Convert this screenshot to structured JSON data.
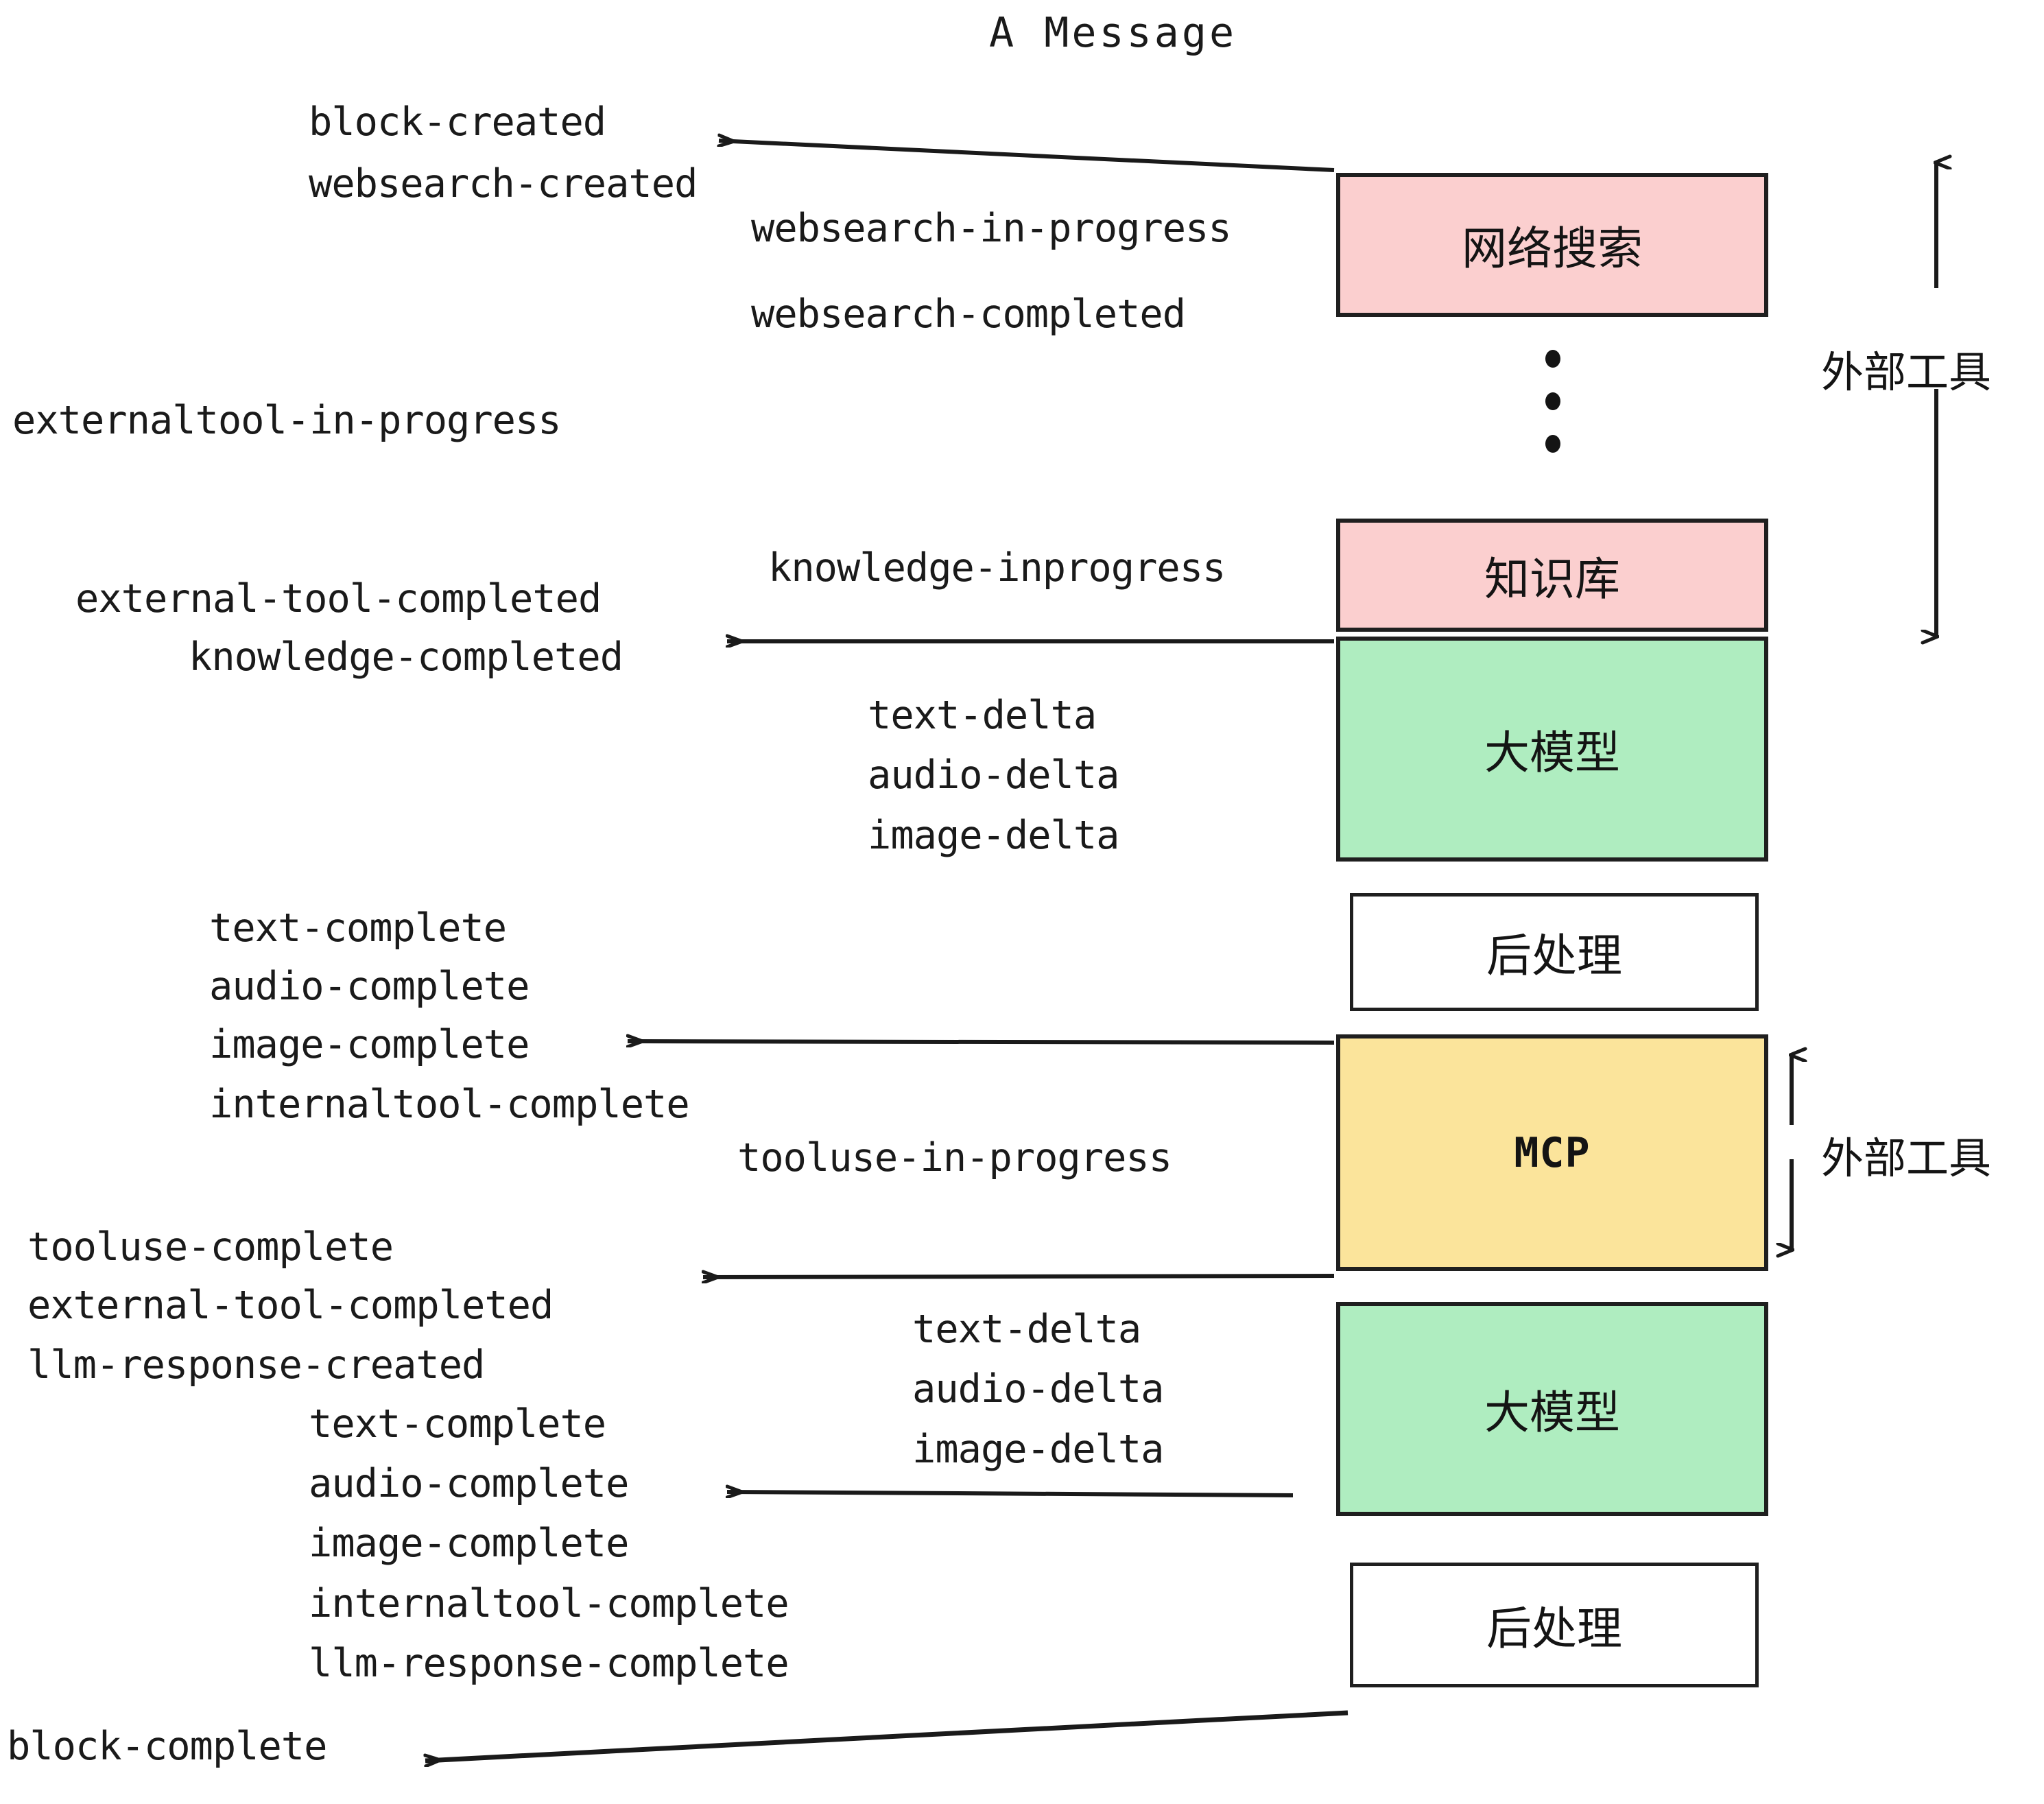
{
  "title": "A Message",
  "events": {
    "block_created": "block-created",
    "websearch_created": "websearch-created",
    "websearch_in_progress": "websearch-in-progress",
    "websearch_completed": "websearch-completed",
    "externaltool_in_progress": "externaltool-in-progress",
    "knowledge_inprogress": "knowledge-inprogress",
    "external_tool_completed_1": "external-tool-completed",
    "knowledge_completed": "knowledge-completed",
    "text_delta_1": "text-delta",
    "audio_delta_1": "audio-delta",
    "image_delta_1": "image-delta",
    "text_complete_1": "text-complete",
    "audio_complete_1": "audio-complete",
    "image_complete_1": "image-complete",
    "internaltool_complete_1": "internaltool-complete",
    "tooluse_in_progress": "tooluse-in-progress",
    "tooluse_complete": "tooluse-complete",
    "external_tool_completed_2": "external-tool-completed",
    "llm_response_created": "llm-response-created",
    "text_delta_2": "text-delta",
    "audio_delta_2": "audio-delta",
    "image_delta_2": "image-delta",
    "text_complete_2": "text-complete",
    "audio_complete_2": "audio-complete",
    "image_complete_2": "image-complete",
    "internaltool_complete_2": "internaltool-complete",
    "llm_response_complete": "llm-response-complete",
    "block_complete": "block-complete"
  },
  "nodes": {
    "websearch": "网络搜索",
    "knowledge": "知识库",
    "llm_1": "大模型",
    "postprocess_1": "后处理",
    "mcp": "MCP",
    "llm_2": "大模型",
    "postprocess_2": "后处理"
  },
  "annotations": {
    "external_tool_top": "外部工具",
    "external_tool_bottom": "外部工具"
  },
  "colors": {
    "pink": "#FBCFCF",
    "green": "#AFEDC0",
    "yellow": "#FBE49B",
    "white": "#FFFFFF",
    "stroke": "#1F1F1F",
    "text": "#1A1A1A"
  }
}
